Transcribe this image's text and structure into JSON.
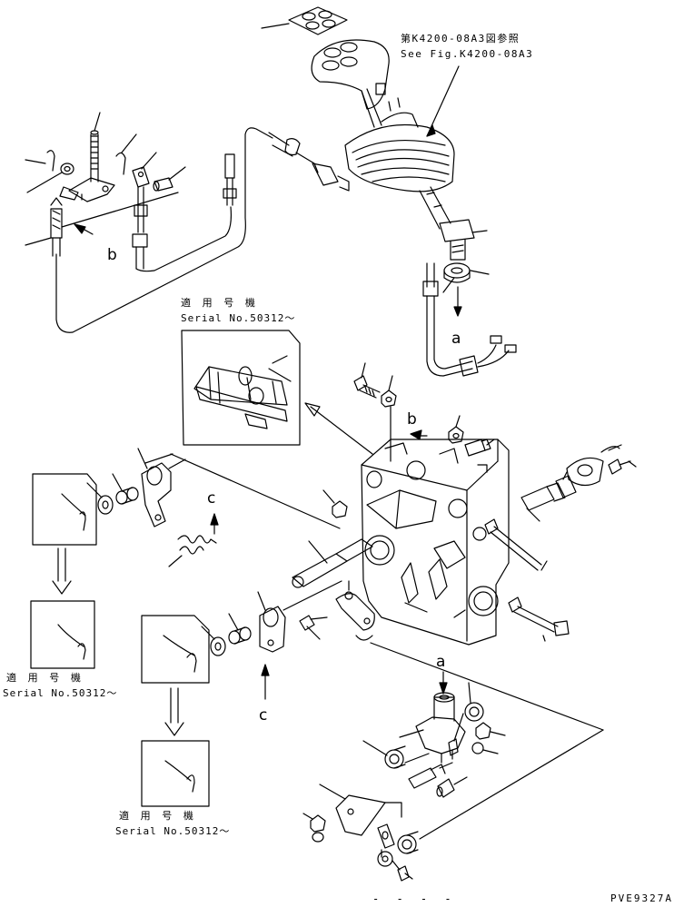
{
  "notes": {
    "fig_ref_jp": "第K4200-08A3図参照",
    "fig_ref_en": "See Fig.K4200-08A3",
    "serial_jp": "適 用 号 機",
    "serial_en": "Serial No.50312～",
    "drawing_code": "PVE9327A"
  },
  "callouts": {
    "a": "a",
    "b": "b",
    "c": "c"
  },
  "bottom_dash": "- -  - -"
}
